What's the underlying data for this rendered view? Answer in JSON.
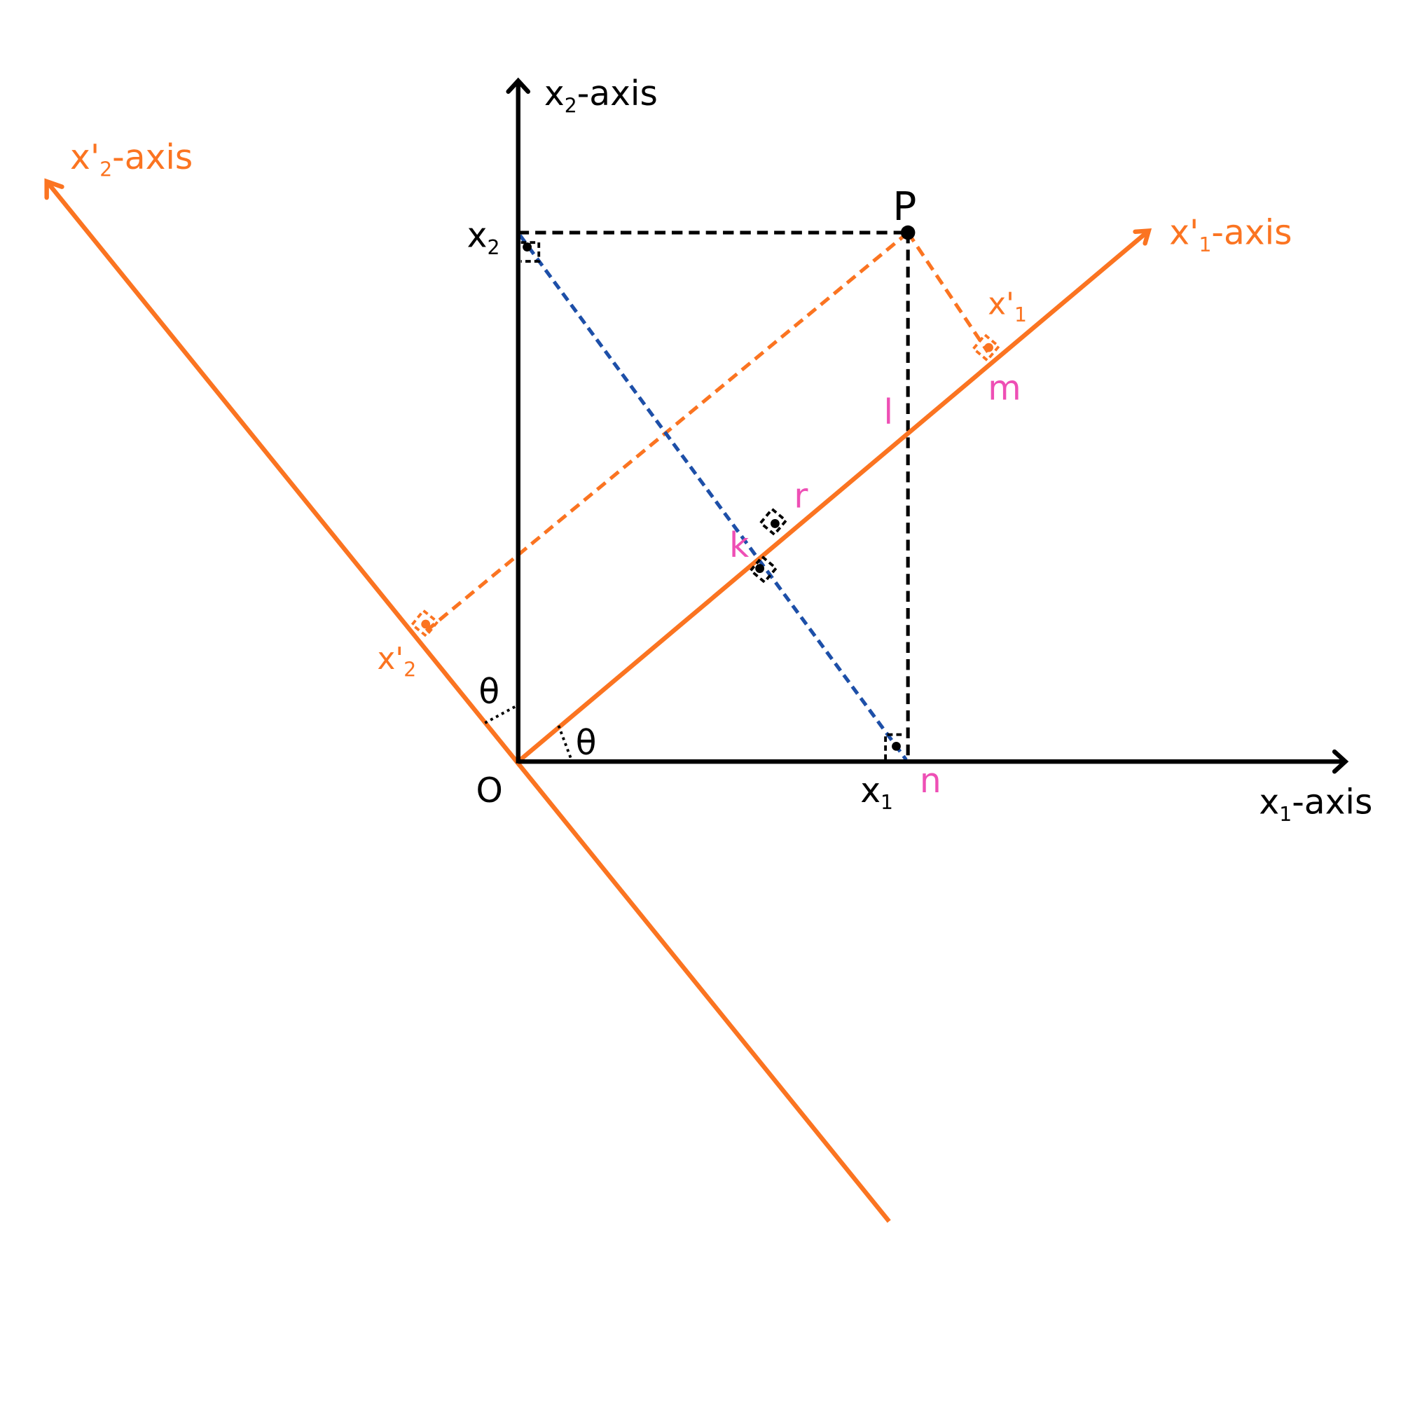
{
  "colors": {
    "black": "#000000",
    "orange": "#FB7421",
    "pink": "#EE4FB5",
    "blue": "#1D4FA8"
  },
  "labels": {
    "x1_axis": {
      "base": "x",
      "sub": "1",
      "rest": "-axis"
    },
    "x2_axis": {
      "base": "x",
      "sub": "2",
      "rest": "-axis"
    },
    "x1p_axis": {
      "base": "x'",
      "sub": "1",
      "rest": "-axis"
    },
    "x2p_axis": {
      "base": "x'",
      "sub": "2",
      "rest": "-axis"
    },
    "point_p": "P",
    "origin": "O",
    "x1_coord": {
      "base": "x",
      "sub": "1"
    },
    "x2_coord": {
      "base": "x",
      "sub": "2"
    },
    "x1p_coord": {
      "base": "x'",
      "sub": "1"
    },
    "x2p_coord": {
      "base": "x'",
      "sub": "2"
    },
    "m": "m",
    "l": "l",
    "r": "r",
    "k": "k",
    "n": "n",
    "theta": "θ"
  }
}
